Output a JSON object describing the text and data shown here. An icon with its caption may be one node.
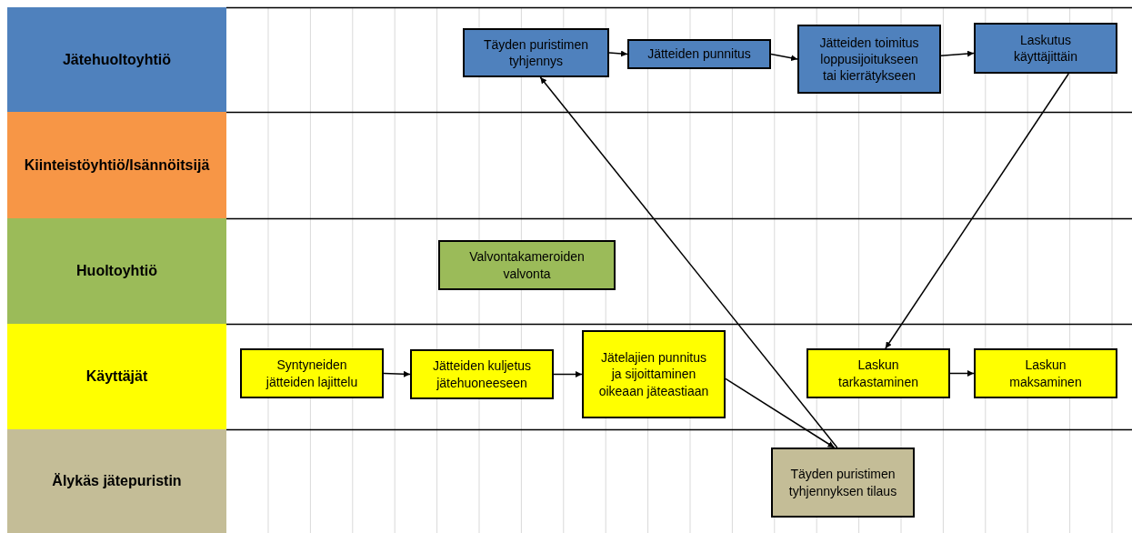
{
  "diagram": {
    "nodes": [
      {
        "text": [
          "Jätehuoltoyhtiö"
        ]
      },
      {
        "text": [
          "Kiinteistöyhtiö/Isännöitsijä"
        ]
      },
      {
        "text": [
          "Huoltoyhtiö"
        ]
      },
      {
        "text": [
          "Käyttäjät"
        ]
      },
      {
        "text": [
          "Älykäs jätepuristin"
        ]
      },
      {
        "text": [
          "Täyden puristimen tyhjennys"
        ]
      },
      {
        "text": [
          "Jätteiden punnitus"
        ]
      },
      {
        "text": [
          "Jätteiden toimitus loppusijoitukseen tai kierrätykseen"
        ]
      },
      {
        "text": [
          "Laskutus käyttäjittäin"
        ]
      },
      {
        "text": [
          "Valvontakameroiden valvonta"
        ]
      },
      {
        "text": [
          "Syntyneiden jätteiden lajittelu"
        ]
      },
      {
        "text": [
          "Jätteiden kuljetus jätehuoneeseen"
        ]
      },
      {
        "text": [
          "Jätelajien punnitus ja sijoittaminen oikeaan jäteastiaan"
        ]
      },
      {
        "text": [
          "Laskun tarkastaminen"
        ]
      },
      {
        "text": [
          "Laskun maksaminen"
        ]
      },
      {
        "text": [
          "Täyden puristimen tyhjennyksen tilaus"
        ]
      }
    ],
    "edges": [
      {
        "from": 5,
        "to": 6,
        "arrow": "to"
      },
      {
        "from": 6,
        "to": 7,
        "arrow": "to"
      },
      {
        "from": 7,
        "to": 8,
        "arrow": "to"
      },
      {
        "from": 8,
        "to": 13,
        "arrow": "to"
      },
      {
        "from": 10,
        "to": 11,
        "arrow": "to"
      },
      {
        "from": 11,
        "to": 12,
        "arrow": "to"
      },
      {
        "from": 12,
        "to": 15,
        "arrow": "to"
      },
      {
        "from": 15,
        "to": 5,
        "arrow": "to"
      },
      {
        "from": 13,
        "to": 14,
        "arrow": "to"
      }
    ]
  }
}
